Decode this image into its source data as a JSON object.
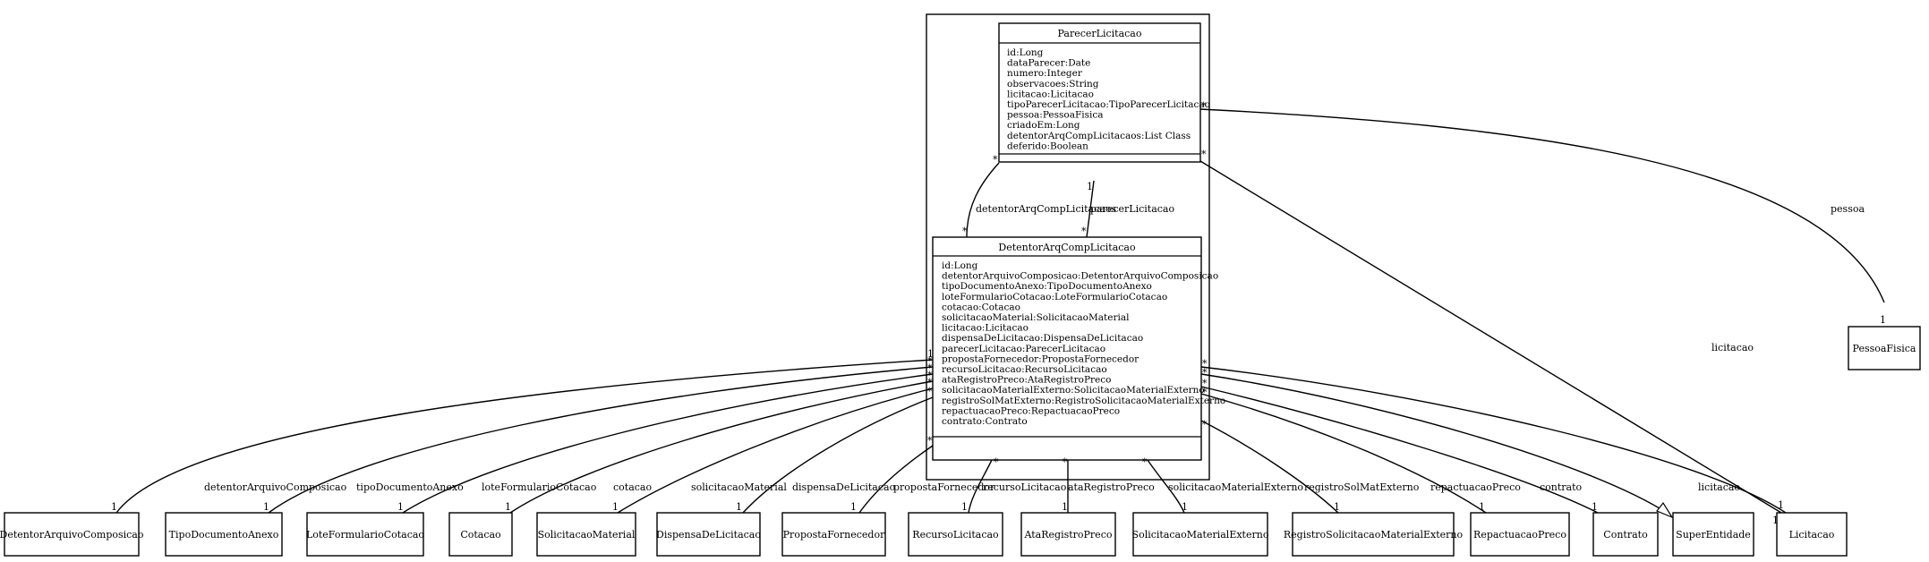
{
  "parecer": {
    "name": "ParecerLicitacao",
    "attrs": [
      "id:Long",
      "dataParecer:Date",
      "numero:Integer",
      "observacoes:String",
      "licitacao:Licitacao",
      "tipoParecerLicitacao:TipoParecerLicitacao",
      "pessoa:PessoaFisica",
      "criadoEm:Long",
      "detentorArqCompLicitacaos:List Class",
      "deferido:Boolean"
    ]
  },
  "detentor": {
    "name": "DetentorArqCompLicitacao",
    "attrs": [
      "id:Long",
      "detentorArquivoComposicao:DetentorArquivoComposicao",
      "tipoDocumentoAnexo:TipoDocumentoAnexo",
      "loteFormularioCotacao:LoteFormularioCotacao",
      "cotacao:Cotacao",
      "solicitacaoMaterial:SolicitacaoMaterial",
      "licitacao:Licitacao",
      "dispensaDeLicitacao:DispensaDeLicitacao",
      "parecerLicitacao:ParecerLicitacao",
      "propostaFornecedor:PropostaFornecedor",
      "recursoLicitacao:RecursoLicitacao",
      "ataRegistroPreco:AtaRegistroPreco",
      "solicitacaoMaterialExterno:SolicitacaoMaterialExterno",
      "registroSolMatExterno:RegistroSolicitacaoMaterialExterno",
      "repactuacaoPreco:RepactuacaoPreco",
      "contrato:Contrato"
    ]
  },
  "classes": {
    "detentorArquivoComposicao": "DetentorArquivoComposicao",
    "tipoDocumentoAnexo": "TipoDocumentoAnexo",
    "loteFormularioCotacao": "LoteFormularioCotacao",
    "cotacao": "Cotacao",
    "solicitacaoMaterial": "SolicitacaoMaterial",
    "dispensaDeLicitacao": "DispensaDeLicitacao",
    "propostaFornecedor": "PropostaFornecedor",
    "recursoLicitacao": "RecursoLicitacao",
    "ataRegistroPreco": "AtaRegistroPreco",
    "solicitacaoMaterialExterno": "SolicitacaoMaterialExterno",
    "registroSolicitacaoMaterialExterno": "RegistroSolicitacaoMaterialExterno",
    "repactuacaoPreco": "RepactuacaoPreco",
    "contrato": "Contrato",
    "superEntidade": "SuperEntidade",
    "licitacao": "Licitacao",
    "pessoaFisica": "PessoaFisica"
  },
  "edge_labels": {
    "detentorArquivoComposicao": "detentorArquivoComposicao",
    "tipoDocumentoAnexo": "tipoDocumentoAnexo",
    "loteFormularioCotacao": "loteFormularioCotacao",
    "cotacao": "cotacao",
    "solicitacaoMaterial": "solicitacaoMaterial",
    "dispensaDeLicitacao": "dispensaDeLicitacao",
    "propostaFornecedor": "propostaFornecedor",
    "recursoLicitacao": "recursoLicitacao",
    "ataRegistroPreco": "ataRegistroPreco",
    "solicitacaoMaterialExterno": "solicitacaoMaterialExterno",
    "registroSolMatExterno": "registroSolMatExterno",
    "repactuacaoPreco": "repactuacaoPreco",
    "contrato": "contrato",
    "licitacao_detentor": "licitacao",
    "licitacao_parecer": "licitacao",
    "pessoa": "pessoa",
    "detentorArqCompLicitacaos": "detentorArqCompLicitacaos",
    "parecerLicitacao": "parecerLicitacao"
  },
  "multiplicity": {
    "one": "1",
    "many": "*"
  }
}
